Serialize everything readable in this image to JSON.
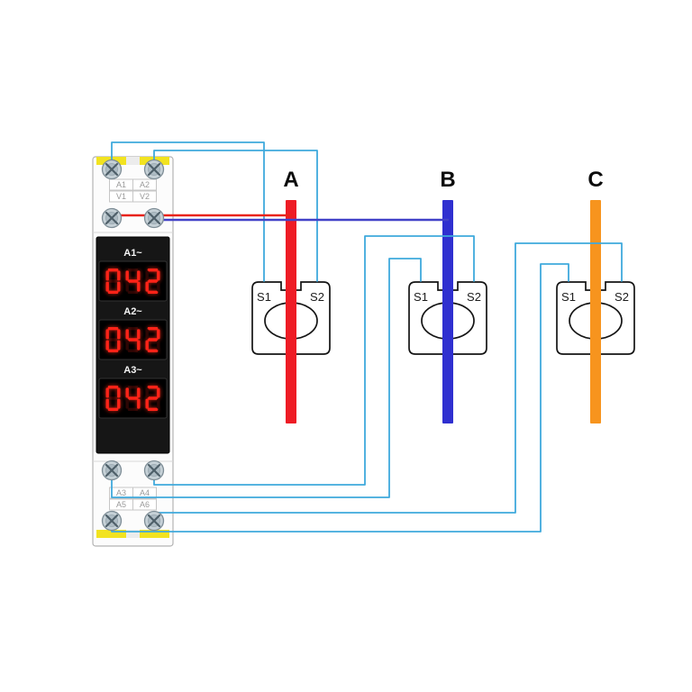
{
  "device": {
    "terminals_top": [
      [
        "A1",
        "A2"
      ],
      [
        "V1",
        "V2"
      ]
    ],
    "terminals_bottom": [
      [
        "A3",
        "A4"
      ],
      [
        "A5",
        "A6"
      ]
    ],
    "displays": [
      {
        "label": "A1~",
        "value": "042"
      },
      {
        "label": "A2~",
        "value": "042"
      },
      {
        "label": "A3~",
        "value": "042"
      }
    ]
  },
  "phases": [
    {
      "label": "A",
      "bar_color": "#ee1c25"
    },
    {
      "label": "B",
      "bar_color": "#2f2fd0"
    },
    {
      "label": "C",
      "bar_color": "#f7941e"
    }
  ],
  "transformers": [
    {
      "terminal_left": "S1",
      "terminal_right": "S2"
    },
    {
      "terminal_left": "S1",
      "terminal_right": "S2"
    },
    {
      "terminal_left": "S1",
      "terminal_right": "S2"
    }
  ],
  "colors": {
    "signal_wire": "#3fa9dc",
    "voltage_wire_a": "#e8231a",
    "voltage_wire_b": "#4242c8",
    "display_digits": "#ff2318"
  }
}
